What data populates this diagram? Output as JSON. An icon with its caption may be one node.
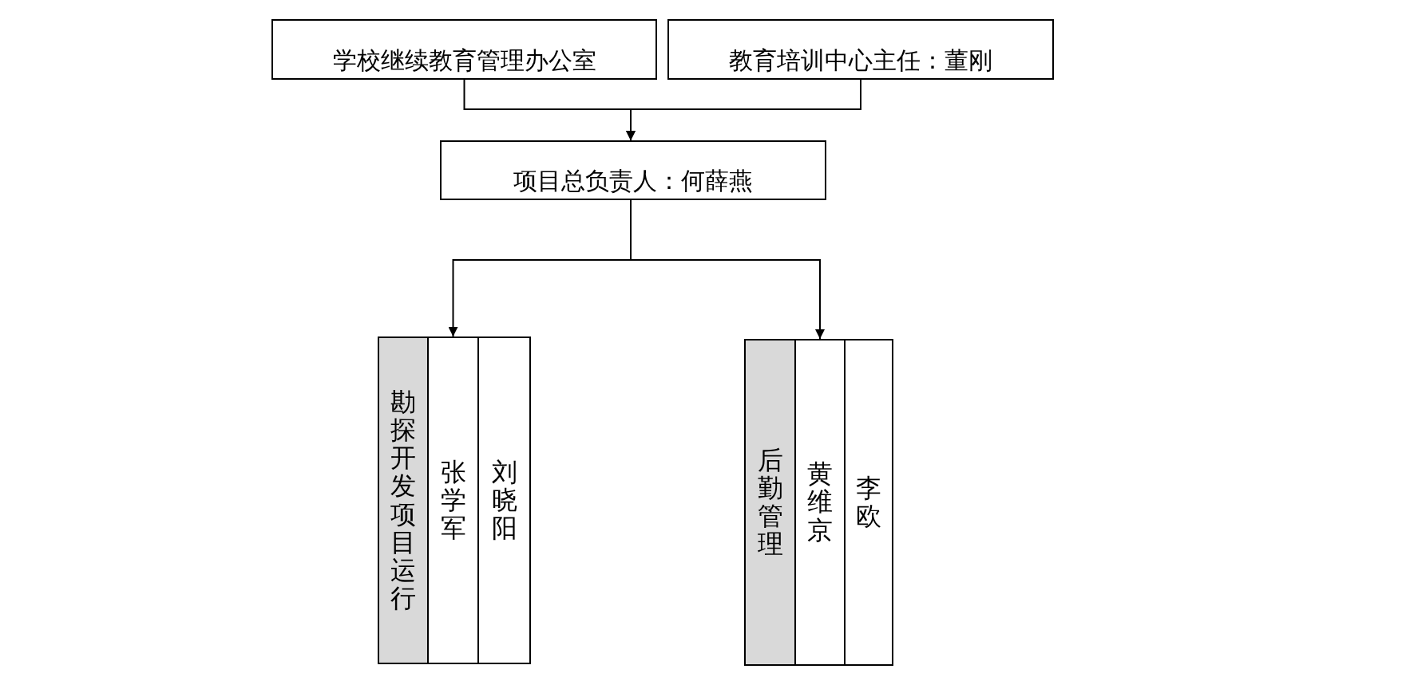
{
  "diagram": {
    "nodes": [
      {
        "text": [
          "学校继续教育管理办公室"
        ]
      },
      {
        "text": [
          "教育培训中心主任：董刚"
        ]
      },
      {
        "text": [
          "项目总负责人：何薛燕"
        ]
      },
      {
        "text": [
          "勘探开发项目运行"
        ]
      },
      {
        "text": [
          "张学军"
        ]
      },
      {
        "text": [
          "刘晓阳"
        ]
      },
      {
        "text": [
          "后勤管理"
        ]
      },
      {
        "text": [
          "黄维京"
        ]
      },
      {
        "text": [
          "李欧"
        ]
      }
    ],
    "edges": [
      {
        "from": 0,
        "to": 2,
        "arrow": "to"
      },
      {
        "from": 1,
        "to": 2,
        "arrow": "to"
      },
      {
        "from": 2,
        "to": 4,
        "arrow": "to"
      },
      {
        "from": 2,
        "to": 7,
        "arrow": "to"
      }
    ]
  }
}
